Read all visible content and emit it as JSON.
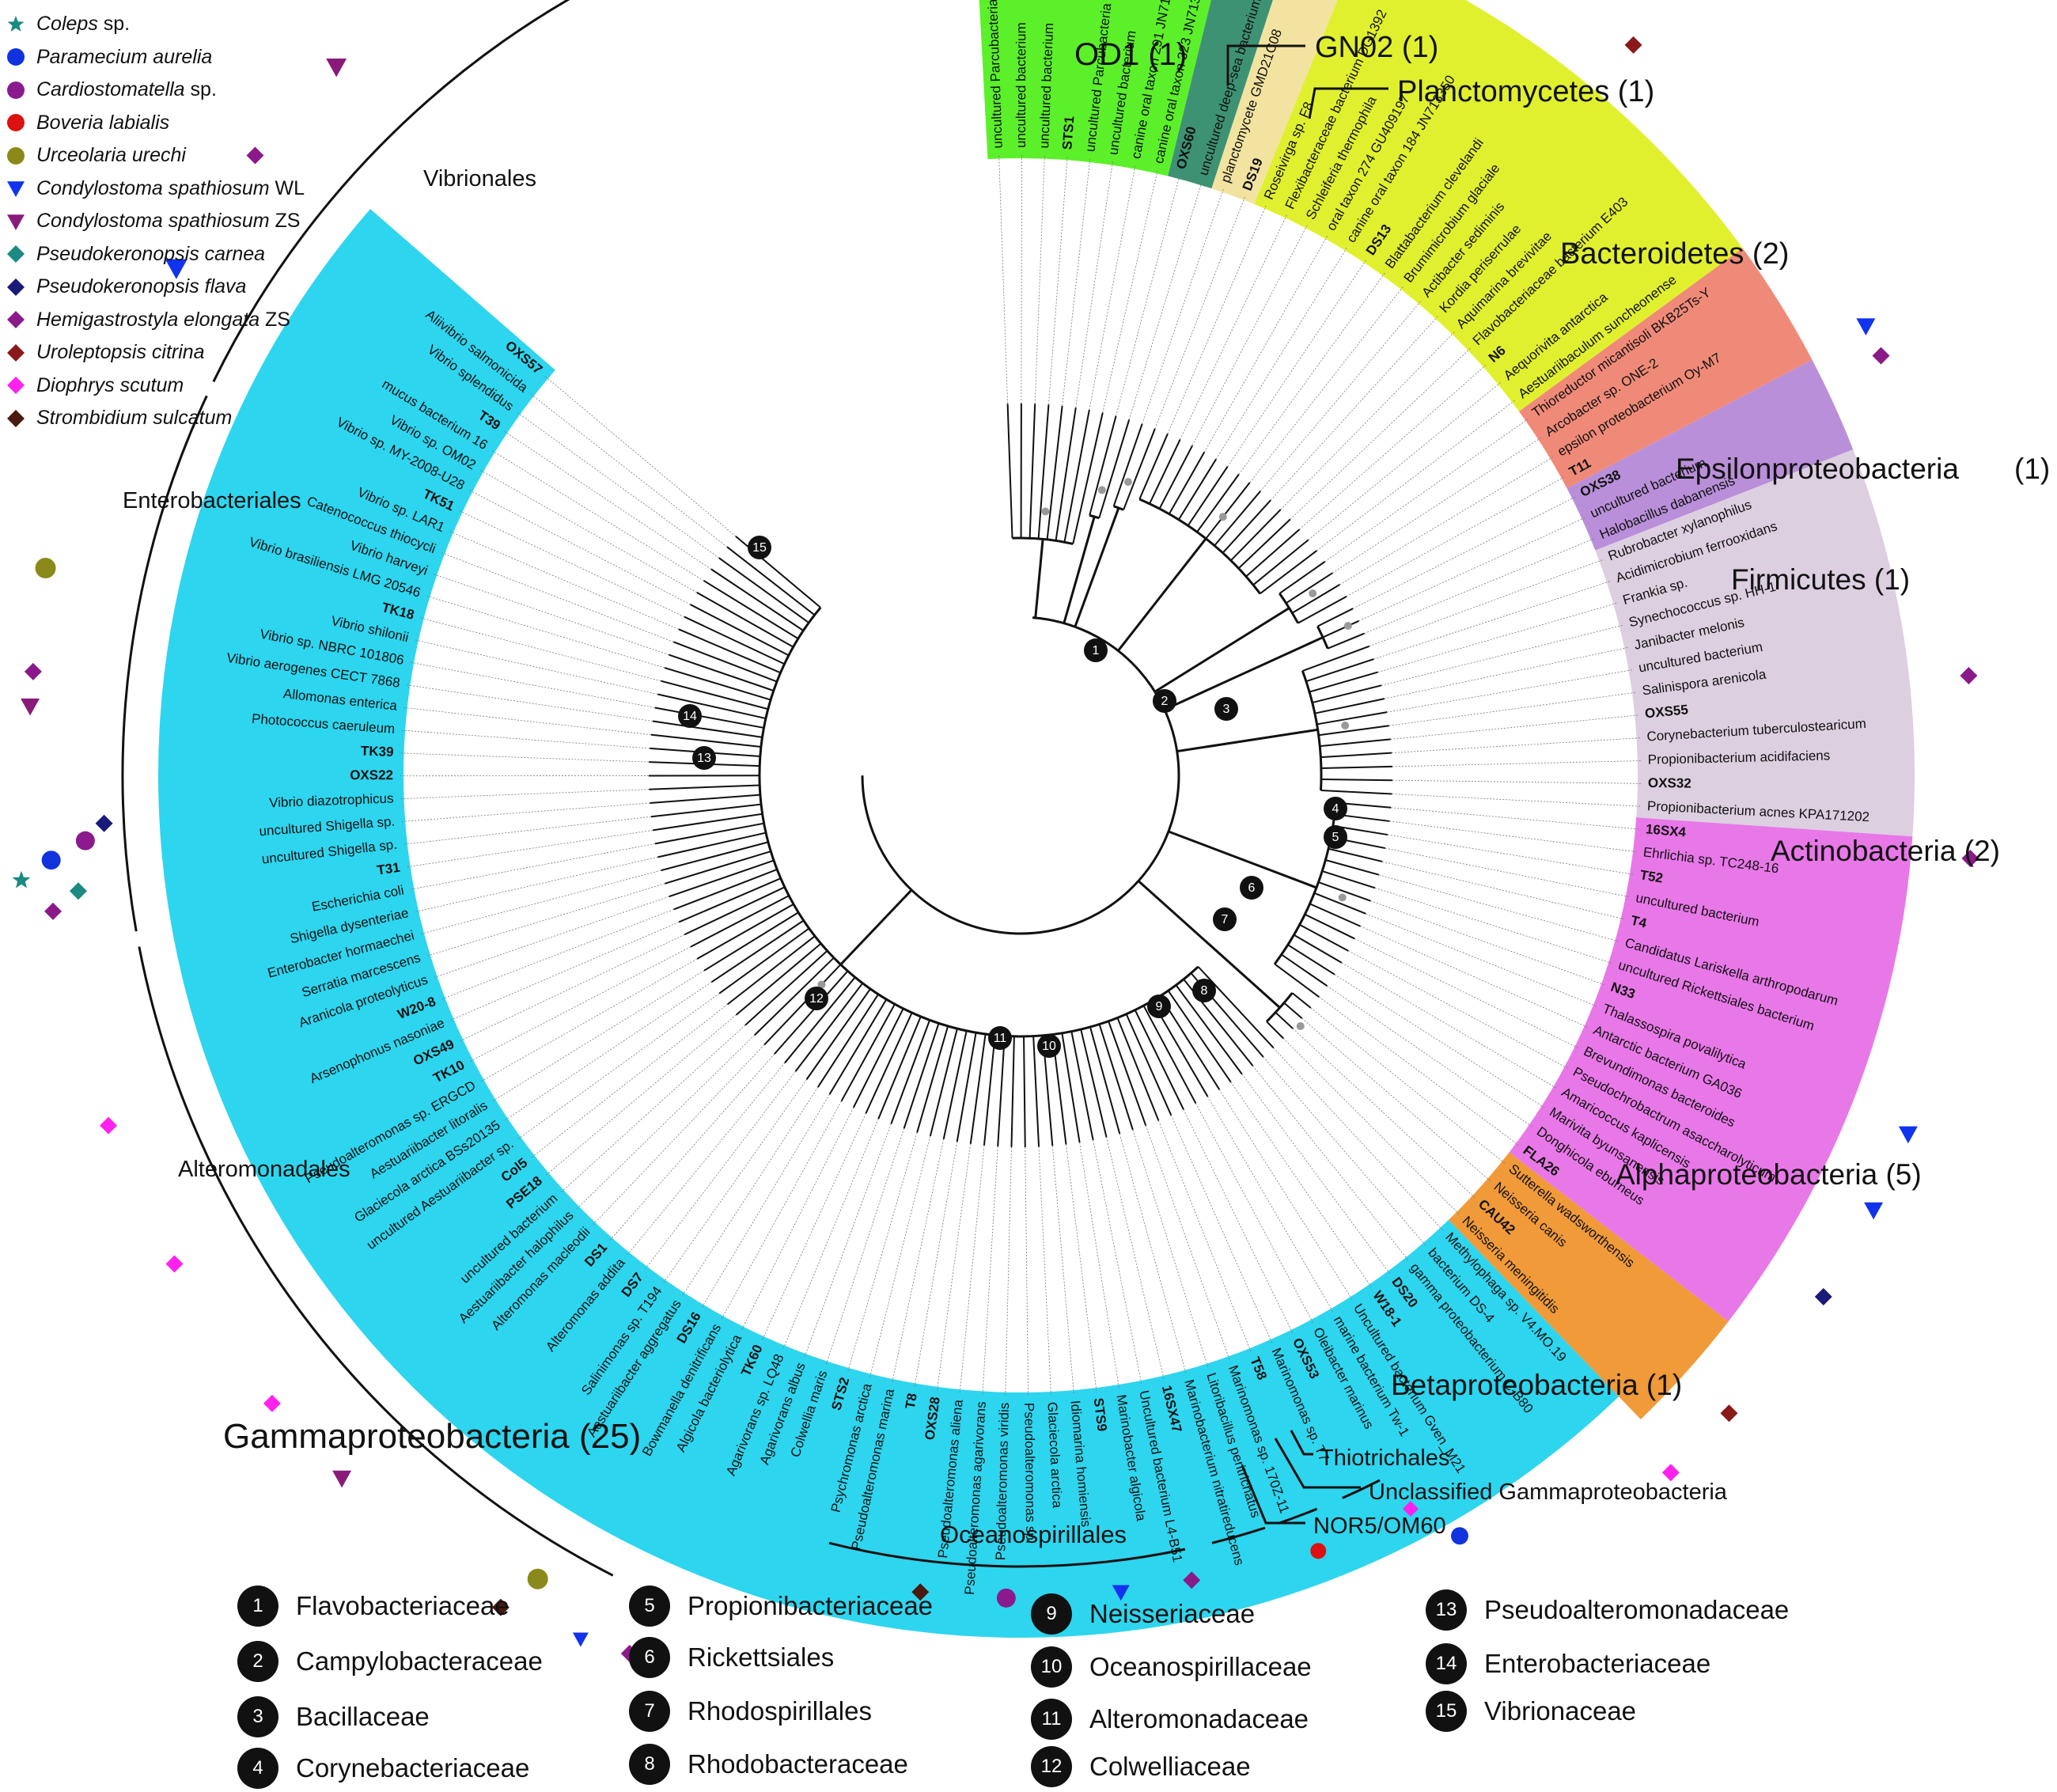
{
  "ciliate_legend": [
    {
      "name": "Coleps",
      "suffix": " sp.",
      "shape": "star",
      "color": "#1a8a82"
    },
    {
      "name": "Paramecium aurelia",
      "suffix": "",
      "shape": "circle",
      "color": "#1133dd"
    },
    {
      "name": "Cardiostomatella",
      "suffix": " sp.",
      "shape": "circle",
      "color": "#8a1a8e"
    },
    {
      "name": "Boveria labialis",
      "suffix": "",
      "shape": "circle",
      "color": "#dd1111"
    },
    {
      "name": "Urceolaria urechi",
      "suffix": "",
      "shape": "circle",
      "color": "#8a8a1a"
    },
    {
      "name": "Condylostoma spathiosum",
      "suffix": " WL",
      "shape": "triangle-down",
      "color": "#1133ee"
    },
    {
      "name": "Condylostoma spathiosum",
      "suffix": " ZS",
      "shape": "triangle-down",
      "color": "#8a1a7a"
    },
    {
      "name": "Pseudokeronopsis carnea",
      "suffix": "",
      "shape": "diamond",
      "color": "#1a8a82"
    },
    {
      "name": "Pseudokeronopsis flava",
      "suffix": "",
      "shape": "diamond",
      "color": "#1a1a7a"
    },
    {
      "name": "Hemigastrostyla elongata",
      "suffix": " ZS",
      "shape": "diamond",
      "color": "#8a1a8a"
    },
    {
      "name": "Uroleptopsis citrina",
      "suffix": "",
      "shape": "diamond",
      "color": "#8a1a1a"
    },
    {
      "name": "Diophrys scutum",
      "suffix": "",
      "shape": "diamond",
      "color": "#ff22ee"
    },
    {
      "name": "Strombidium sulcatum",
      "suffix": "",
      "shape": "diamond",
      "color": "#4a1a10"
    }
  ],
  "phyla": [
    {
      "name": "OD1 (1)",
      "color": "#5cf02a"
    },
    {
      "name": "GN02 (1)",
      "color": "#3e9274"
    },
    {
      "name": "Planctomycetes (1)",
      "color": "#f2e3a0"
    },
    {
      "name": "Bacteroidetes (2)",
      "color": "#e1f02e"
    },
    {
      "name": "Epsilonproteobacteria",
      "count": "(1)",
      "color": "#f08a78"
    },
    {
      "name": "Firmicutes (1)",
      "color": "#b98fd9"
    },
    {
      "name": "Actinobacteria (2)",
      "color": "#dccfe0"
    },
    {
      "name": "Alphaproteobacteria (5)",
      "color": "#e878e8"
    },
    {
      "name": "Betaproteobacteria (1)",
      "color": "#f09a3a"
    },
    {
      "name": "Gammaproteobacteria (25)",
      "color": "#2ed5ee"
    }
  ],
  "orders": [
    "Vibrionales",
    "Enterobacteriales",
    "Alteromonadales",
    "Oceanospirillales",
    "Thiotrichales",
    "Unclassified Gammaproteobacteria",
    "NOR5/OM60"
  ],
  "leaves": [
    {
      "t": "uncultured Parcubacteria bacterium",
      "b": false
    },
    {
      "t": "uncultured bacterium",
      "b": false
    },
    {
      "t": "uncultured bacterium",
      "b": false
    },
    {
      "t": "STS1",
      "b": true
    },
    {
      "t": "uncultured Parcubacteria bacterium",
      "b": false
    },
    {
      "t": "uncultured bacterium",
      "b": false
    },
    {
      "t": "canine oral taxon 291 JN713458",
      "b": false
    },
    {
      "t": "canine oral taxon 323 JN713493",
      "b": false
    },
    {
      "t": "OXS60",
      "b": true
    },
    {
      "t": "uncultured deep-sea bacterium",
      "b": false
    },
    {
      "t": "planctomycete GMD21C08",
      "b": false
    },
    {
      "t": "DS19",
      "b": true
    },
    {
      "t": "Roseivirga sp. F8",
      "b": false
    },
    {
      "t": "Flexibacteraceae bacterium DG1392",
      "b": false
    },
    {
      "t": "Schleiferia thermophila",
      "b": false
    },
    {
      "t": "oral taxon 274 GU409197",
      "b": false
    },
    {
      "t": "canine oral taxon 184 JN713350",
      "b": false
    },
    {
      "t": "DS13",
      "b": true
    },
    {
      "t": "Blattabacterium clevelandi",
      "b": false
    },
    {
      "t": "Brumimicrobium glaciale",
      "b": false
    },
    {
      "t": "Actibacter sediminis",
      "b": false
    },
    {
      "t": "Kordia periserrulae",
      "b": false
    },
    {
      "t": "Aquimarina brevivitae",
      "b": false
    },
    {
      "t": "Flavobacteriaceae bacterium E403",
      "b": false
    },
    {
      "t": "N6",
      "b": true
    },
    {
      "t": "Aequorivita antarctica",
      "b": false
    },
    {
      "t": "Aestuariibaculum suncheonense",
      "b": false
    },
    {
      "t": "Thioreductor micantisoli BKB25Ts-Y",
      "b": false
    },
    {
      "t": "Arcobacter sp. ONE-2",
      "b": false
    },
    {
      "t": "epsilon proteobacterium Oy-M7",
      "b": false
    },
    {
      "t": "T11",
      "b": true
    },
    {
      "t": "OXS38",
      "b": true
    },
    {
      "t": "uncultured bacterium",
      "b": false
    },
    {
      "t": "Halobacillus dabanensis",
      "b": false
    },
    {
      "t": "Rubrobacter xylanophilus",
      "b": false
    },
    {
      "t": "Acidimicrobium ferrooxidans",
      "b": false
    },
    {
      "t": "Frankia sp.",
      "b": false
    },
    {
      "t": "Synechococcus sp. HH-1",
      "b": false
    },
    {
      "t": "Janibacter melonis",
      "b": false
    },
    {
      "t": "uncultured bacterium",
      "b": false
    },
    {
      "t": "Salinispora arenicola",
      "b": false
    },
    {
      "t": "OXS55",
      "b": true
    },
    {
      "t": "Corynebacterium tuberculostearicum",
      "b": false
    },
    {
      "t": "Propionibacterium acidifaciens",
      "b": false
    },
    {
      "t": "OXS32",
      "b": true
    },
    {
      "t": "Propionibacterium acnes KPA171202",
      "b": false
    },
    {
      "t": "16SX4",
      "b": true
    },
    {
      "t": "Ehrlichia sp. TC248-16",
      "b": false
    },
    {
      "t": "T52",
      "b": true
    },
    {
      "t": "uncultured bacterium",
      "b": false
    },
    {
      "t": "T4",
      "b": true
    },
    {
      "t": "Candidatus Lariskella arthropodarum",
      "b": false
    },
    {
      "t": "uncultured Rickettsiales bacterium",
      "b": false
    },
    {
      "t": "N33",
      "b": true
    },
    {
      "t": "Thalassospira povalilytica",
      "b": false
    },
    {
      "t": "Antarctic bacterium GA036",
      "b": false
    },
    {
      "t": "Brevundimonas bacteroides",
      "b": false
    },
    {
      "t": "Pseudochrobactrum asaccharolyticum",
      "b": false
    },
    {
      "t": "Amaricoccus kaplicensis",
      "b": false
    },
    {
      "t": "Marivita byunsanensis",
      "b": false
    },
    {
      "t": "Donghicola eburneus",
      "b": false
    },
    {
      "t": "FLA26",
      "b": true
    },
    {
      "t": "Sutterella wadsworthensis",
      "b": false
    },
    {
      "t": "Neisseria canis",
      "b": false
    },
    {
      "t": "CAU42",
      "b": true
    },
    {
      "t": "Neisseria meningitidis",
      "b": false
    },
    {
      "t": "Methylophaga sp. V4.MO.19",
      "b": false
    },
    {
      "t": "bacterium DS-4",
      "b": false
    },
    {
      "t": "gamma proteobacterium C-B80",
      "b": false
    },
    {
      "t": "DS20",
      "b": true
    },
    {
      "t": "W18-1",
      "b": true
    },
    {
      "t": "Uncultured bacterium Gven_M21",
      "b": false
    },
    {
      "t": "marine bacterium Tw-1",
      "b": false
    },
    {
      "t": "Oleibacter marinus",
      "b": false
    },
    {
      "t": "OXS53",
      "b": true
    },
    {
      "t": "Marinomonas sp. T7",
      "b": false
    },
    {
      "t": "T58",
      "b": true
    },
    {
      "t": "Marinomonas sp. 170Z-11",
      "b": false
    },
    {
      "t": "Litoribacillus peritrichatus",
      "b": false
    },
    {
      "t": "Marinobacterium nitratireducens",
      "b": false
    },
    {
      "t": "16SX47",
      "b": true
    },
    {
      "t": "Uncultured bacterium L4-B51",
      "b": false
    },
    {
      "t": "Marinobacter algicola",
      "b": false
    },
    {
      "t": "STS9",
      "b": true
    },
    {
      "t": "Idiomarina homiensis",
      "b": false
    },
    {
      "t": "Glaciecola arctica",
      "b": false
    },
    {
      "t": "Pseudoalteromonas sp.",
      "b": false
    },
    {
      "t": "Pseudoalteromonas viridis",
      "b": false
    },
    {
      "t": "Pseudoalteromonas agarivorans",
      "b": false
    },
    {
      "t": "Pseudoalteromonas aliena",
      "b": false
    },
    {
      "t": "OXS28",
      "b": true
    },
    {
      "t": "T8",
      "b": true
    },
    {
      "t": "Pseudoalteromonas marina",
      "b": false
    },
    {
      "t": "Psychromonas arctica",
      "b": false
    },
    {
      "t": "STS2",
      "b": true
    },
    {
      "t": "Colwellia maris",
      "b": false
    },
    {
      "t": "Agarivorans albus",
      "b": false
    },
    {
      "t": "Agarivorans sp. LQ48",
      "b": false
    },
    {
      "t": "TK60",
      "b": true
    },
    {
      "t": "Algicola bacteriolytica",
      "b": false
    },
    {
      "t": "Bowmanella denitrificans",
      "b": false
    },
    {
      "t": "DS16",
      "b": true
    },
    {
      "t": "Aestuariibacter aggregatus",
      "b": false
    },
    {
      "t": "Salinimonas sp. T194",
      "b": false
    },
    {
      "t": "DS7",
      "b": true
    },
    {
      "t": "Alteromonas addita",
      "b": false
    },
    {
      "t": "DS1",
      "b": true
    },
    {
      "t": "Alteromonas macleodii",
      "b": false
    },
    {
      "t": "Aestuariibacter halophilus",
      "b": false
    },
    {
      "t": "uncultured bacterium",
      "b": false
    },
    {
      "t": "PSE18",
      "b": true
    },
    {
      "t": "Col5",
      "b": true
    },
    {
      "t": "uncultured Aestuariibacter sp.",
      "b": false
    },
    {
      "t": "Glaciecola arctica BSs20135",
      "b": false
    },
    {
      "t": "Aestuariibacter litoralis",
      "b": false
    },
    {
      "t": "Pseudoalteromonas sp. ERGCD",
      "b": false
    },
    {
      "t": "TK10",
      "b": true
    },
    {
      "t": "OXS49",
      "b": true
    },
    {
      "t": "Arsenophonus nasoniae",
      "b": false
    },
    {
      "t": "W20-8",
      "b": true
    },
    {
      "t": "Aranicola proteolyticus",
      "b": false
    },
    {
      "t": "Serratia marcescens",
      "b": false
    },
    {
      "t": "Enterobacter hormaechei",
      "b": false
    },
    {
      "t": "Shigella dysenteriae",
      "b": false
    },
    {
      "t": "Escherichia coli",
      "b": false
    },
    {
      "t": "T31",
      "b": true
    },
    {
      "t": "uncultured Shigella sp.",
      "b": false
    },
    {
      "t": "uncultured Shigella sp.",
      "b": false
    },
    {
      "t": "Vibrio diazotrophicus",
      "b": false
    },
    {
      "t": "OXS22",
      "b": true
    },
    {
      "t": "TK39",
      "b": true
    },
    {
      "t": "Photococcus caeruleum",
      "b": false
    },
    {
      "t": "Allomonas enterica",
      "b": false
    },
    {
      "t": "Vibrio aerogenes CECT 7868",
      "b": false
    },
    {
      "t": "Vibrio sp. NBRC 101806",
      "b": false
    },
    {
      "t": "Vibrio shilonii",
      "b": false
    },
    {
      "t": "TK18",
      "b": true
    },
    {
      "t": "Vibrio brasiliensis LMG 20546",
      "b": false
    },
    {
      "t": "Vibrio harveyi",
      "b": false
    },
    {
      "t": "Catenococcus thiocycli",
      "b": false
    },
    {
      "t": "Vibrio sp. LAR1",
      "b": false
    },
    {
      "t": "TK51",
      "b": true
    },
    {
      "t": "Vibrio sp. MY-2008-U28",
      "b": false
    },
    {
      "t": "Vibrio sp. OM02",
      "b": false
    },
    {
      "t": "mucus bacterium 16",
      "b": false
    },
    {
      "t": "T39",
      "b": true
    },
    {
      "t": "Vibrio splendidus",
      "b": false
    },
    {
      "t": "Aliivibrio salmonicida",
      "b": false
    },
    {
      "t": "OXS57",
      "b": true
    }
  ],
  "family_nodes": [
    {
      "n": "1",
      "name": "Flavobacteriaceae"
    },
    {
      "n": "2",
      "name": "Campylobacteraceae"
    },
    {
      "n": "3",
      "name": "Bacillaceae"
    },
    {
      "n": "4",
      "name": "Corynebacteriaceae"
    },
    {
      "n": "5",
      "name": "Propionibacteriaceae"
    },
    {
      "n": "6",
      "name": "Rickettsiales"
    },
    {
      "n": "7",
      "name": "Rhodospirillales"
    },
    {
      "n": "8",
      "name": "Rhodobacteraceae"
    },
    {
      "n": "9",
      "name": "Neisseriaceae"
    },
    {
      "n": "10",
      "name": "Oceanospirillaceae"
    },
    {
      "n": "11",
      "name": "Alteromonadaceae"
    },
    {
      "n": "12",
      "name": "Colwelliaceae"
    },
    {
      "n": "13",
      "name": "Pseudoalteromonadaceae"
    },
    {
      "n": "14",
      "name": "Enterobacteriaceae"
    },
    {
      "n": "15",
      "name": "Vibrionaceae"
    }
  ],
  "colors": {
    "branch": "#111111",
    "bootstrap_dot": "#9a9a9a"
  }
}
